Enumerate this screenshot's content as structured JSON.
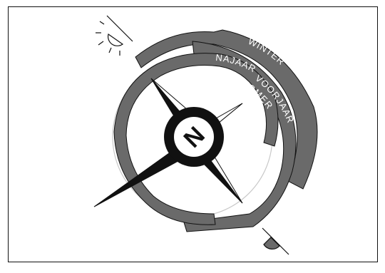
{
  "compass": {
    "north_letter": "N"
  },
  "arcs": {
    "outer_label": "WINTER",
    "middle_label": "VOORJAAR",
    "inner_label": "ZOMER",
    "inner_label_2": "NAJAAR"
  },
  "colors": {
    "band": "#6a6a6a",
    "ink": "#111111",
    "circle": "#c8c8c8"
  },
  "icons": [
    "sun-rising-icon",
    "sun-setting-icon"
  ]
}
